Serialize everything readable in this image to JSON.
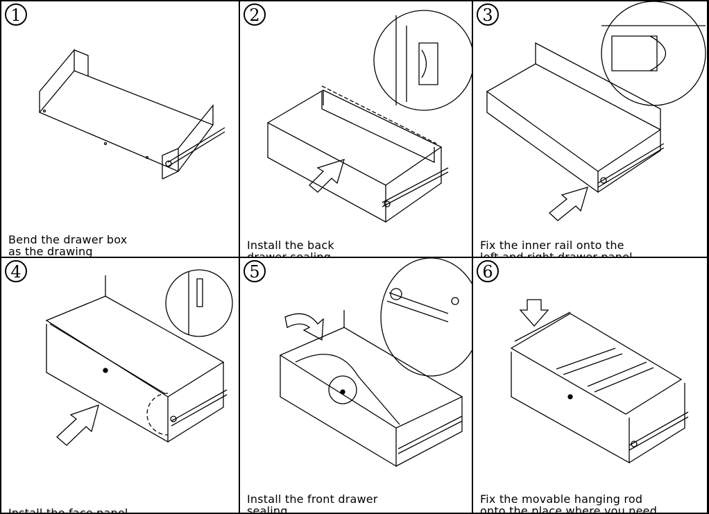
{
  "steps": [
    {
      "number": "1",
      "caption_lines": [
        "Bend the drawer box",
        "as the drawing"
      ]
    },
    {
      "number": "2",
      "caption_lines": [
        "Install the back",
        "drawer sealing"
      ]
    },
    {
      "number": "3",
      "caption_lines": [
        "Fix the inner rail onto the",
        "left and right drawer panel"
      ]
    },
    {
      "number": "4",
      "caption_lines": [
        "Install the face panel"
      ]
    },
    {
      "number": "5",
      "caption_lines": [
        "Install the front drawer",
        "sealing"
      ]
    },
    {
      "number": "6",
      "caption_lines": [
        "Fix the movable hanging rod",
        "onto the place where you need"
      ]
    }
  ]
}
